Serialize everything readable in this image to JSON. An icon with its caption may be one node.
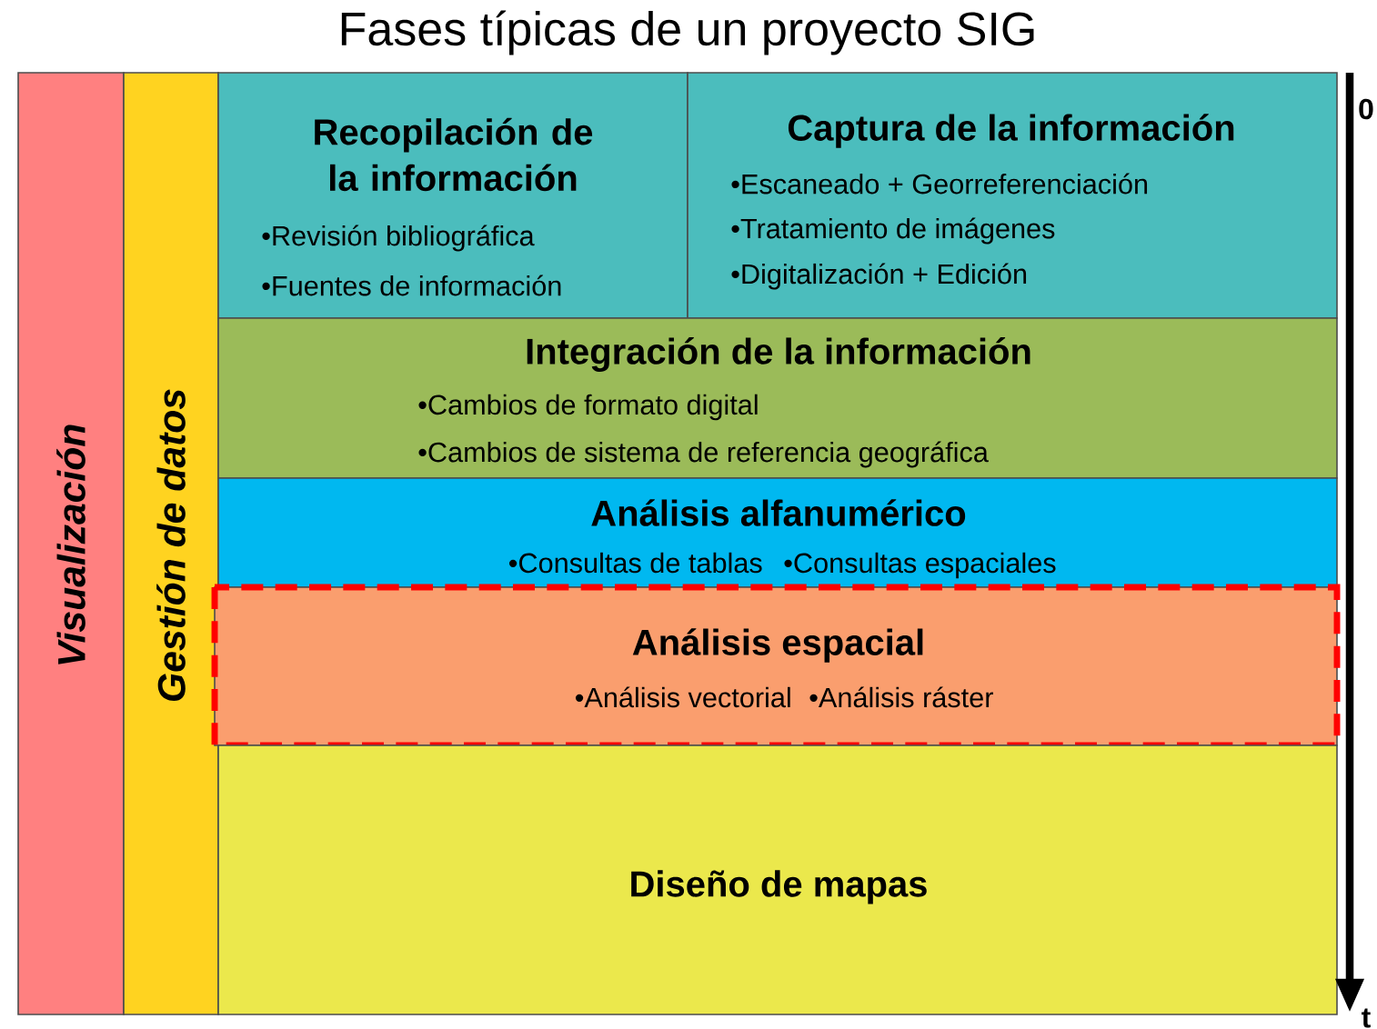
{
  "diagram": {
    "title": "Fases típicas de un proyecto SIG",
    "nodes": [
      {
        "text": [
          "Visualización"
        ]
      },
      {
        "text": [
          "Gestión de datos"
        ]
      },
      {
        "text": [
          "Recopilación de la información",
          "•Revisión bibliográfica",
          "•Fuentes de información"
        ]
      },
      {
        "text": [
          "Captura de la información",
          "•Escaneado + Georreferenciación",
          "•Tratamiento de imágenes",
          "•Digitalización + Edición"
        ]
      },
      {
        "text": [
          "Integración de la información",
          "•Cambios de formato digital",
          "•Cambios de sistema de referencia geográfica"
        ]
      },
      {
        "text": [
          "Análisis alfanumérico",
          "•Consultas de tablas",
          "•Consultas espaciales"
        ]
      },
      {
        "text": [
          "Análisis espacial",
          "•Análisis vectorial",
          "•Análisis ráster"
        ]
      },
      {
        "text": [
          "Diseño de mapas"
        ]
      }
    ],
    "labels": [
      "0",
      "t"
    ]
  }
}
